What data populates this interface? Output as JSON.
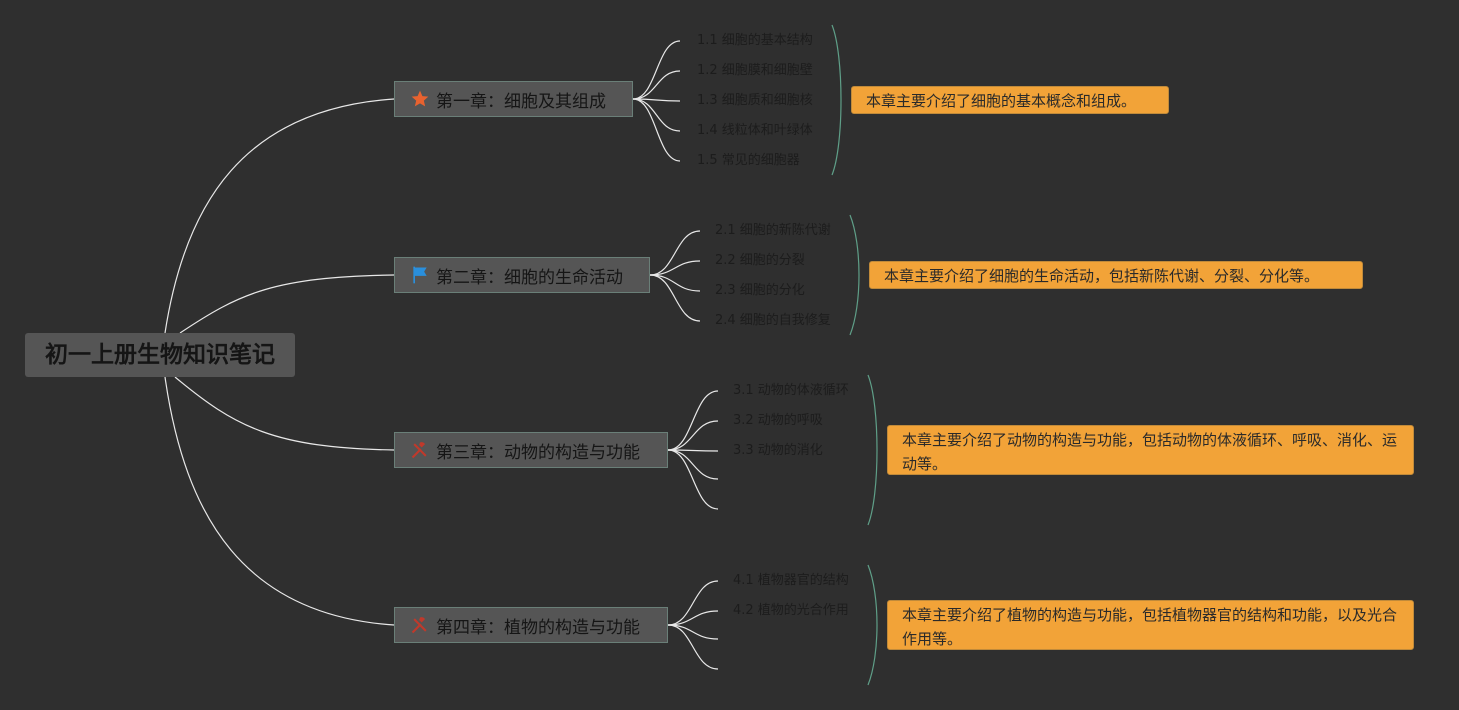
{
  "root": {
    "title": "初一上册生物知识笔记"
  },
  "chapters": [
    {
      "title": "第一章：细胞及其组成",
      "icon": "star-icon",
      "icon_color": "#e8622f",
      "subtopics": [
        "1.1 细胞的基本结构",
        "1.2 细胞膜和细胞壁",
        "1.3 细胞质和细胞核",
        "1.4 线粒体和叶绿体",
        "1.5 常见的细胞器"
      ],
      "summary": "本章主要介绍了细胞的基本概念和组成。"
    },
    {
      "title": "第二章：细胞的生命活动",
      "icon": "flag-icon",
      "icon_color": "#2a8fdc",
      "subtopics": [
        "2.1 细胞的新陈代谢",
        "2.2 细胞的分裂",
        "2.3 细胞的分化",
        "2.4 细胞的自我修复"
      ],
      "summary": "本章主要介绍了细胞的生命活动，包括新陈代谢、分裂、分化等。"
    },
    {
      "title": "第三章：动物的构造与功能",
      "icon": "tools-icon",
      "icon_color": "#c0392b",
      "subtopics": [
        "3.1 动物的体液循环",
        "3.2 动物的呼吸",
        "3.3 动物的消化",
        "",
        ""
      ],
      "summary": "本章主要介绍了动物的构造与功能，包括动物的体液循环、呼吸、消化、运动等。"
    },
    {
      "title": "第四章：植物的构造与功能",
      "icon": "tools-icon",
      "icon_color": "#c0392b",
      "subtopics": [
        "4.1 植物器官的结构",
        "4.2 植物的光合作用",
        "",
        ""
      ],
      "summary": "本章主要介绍了植物的构造与功能，包括植物器官的结构和功能，以及光合作用等。"
    }
  ],
  "colors": {
    "background": "#2f2f2f",
    "node": "#555555",
    "summary": "#f2a338",
    "connector": "#e8e8e8",
    "bracket": "#5f9f88"
  }
}
